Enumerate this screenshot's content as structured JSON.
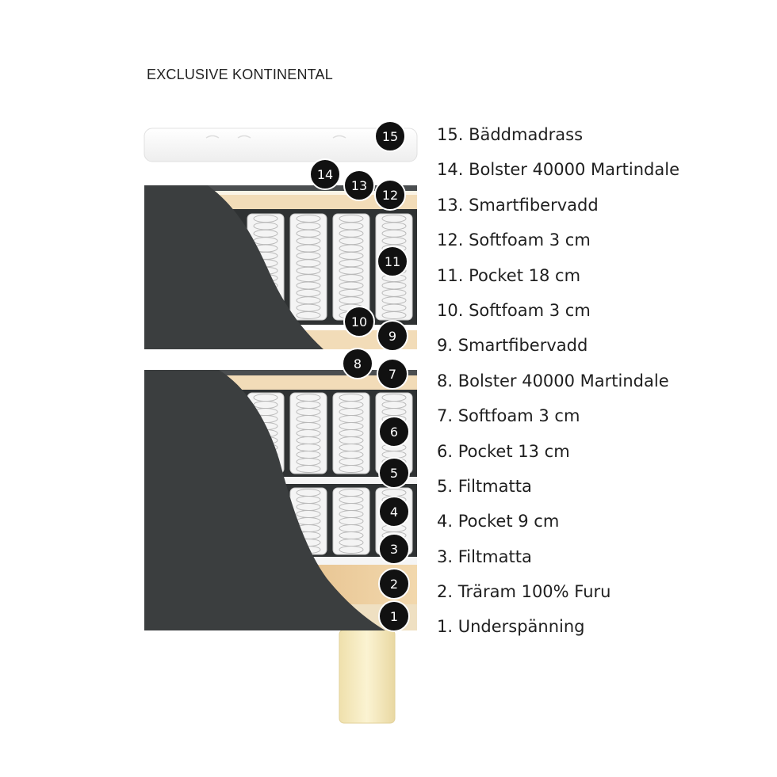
{
  "title": "EXCLUSIVE KONTINENTAL",
  "legend": [
    "15. Bäddmadrass",
    "14. Bolster 40000 Martindale",
    "13. Smartfibervadd",
    "12. Softfoam 3 cm",
    "11. Pocket 18 cm",
    "10. Softfoam 3 cm",
    "9. Smartfibervadd",
    "8. Bolster 40000 Martindale",
    "7. Softfoam 3 cm",
    "6. Pocket 13 cm",
    "5. Filtmatta",
    "4. Pocket 9 cm",
    "3. Filtmatta",
    "2. Träram 100% Furu",
    "1. Underspänning"
  ],
  "badges": [
    "15",
    "14",
    "13",
    "12",
    "11",
    "10",
    "9",
    "8",
    "7",
    "6",
    "5",
    "4",
    "3",
    "2",
    "1"
  ],
  "colors": {
    "fabric": "#3b3e3f",
    "foam": "#f2dcb8",
    "wood": "#e7c48f",
    "spring": "#f4f4f4",
    "badge": "#111111",
    "leg": "#f6e7b4"
  }
}
